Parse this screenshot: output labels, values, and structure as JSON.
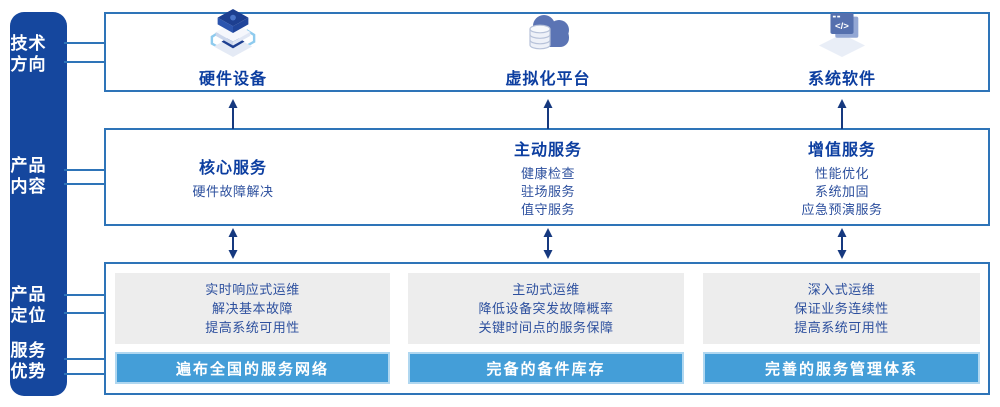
{
  "colors": {
    "sidebar_bg": "#15479e",
    "frame_border": "#2e74b8",
    "heading_text": "#0c3ea0",
    "body_text": "#2d509e",
    "gray_panel_bg": "#ededed",
    "banner_bg": "#449ed8",
    "banner_border": "#b0d7f0",
    "banner_text": "#ffffff",
    "arrow": "#16397f"
  },
  "sidebar": {
    "items": [
      {
        "line1": "技术",
        "line2": "方向"
      },
      {
        "line1": "产品",
        "line2": "内容"
      },
      {
        "line1": "产品",
        "line2": "定位"
      },
      {
        "line1": "服务",
        "line2": "优势"
      }
    ]
  },
  "tech_row": {
    "items": [
      {
        "label": "硬件设备",
        "icon": "server-stack-icon"
      },
      {
        "label": "虚拟化平台",
        "icon": "cloud-database-icon"
      },
      {
        "label": "系统软件",
        "icon": "code-window-icon"
      }
    ]
  },
  "content_row": {
    "columns": [
      {
        "header": "核心服务",
        "items": [
          "硬件故障解决"
        ]
      },
      {
        "header": "主动服务",
        "items": [
          "健康检查",
          "驻场服务",
          "值守服务"
        ]
      },
      {
        "header": "增值服务",
        "items": [
          "性能优化",
          "系统加固",
          "应急预演服务"
        ]
      }
    ]
  },
  "position_row": {
    "columns": [
      {
        "lines": [
          "实时响应式运维",
          "解决基本故障",
          "提高系统可用性"
        ],
        "banner": "遍布全国的服务网络"
      },
      {
        "lines": [
          "主动式运维",
          "降低设备突发故障概率",
          "关键时间点的服务保障"
        ],
        "banner": "完备的备件库存"
      },
      {
        "lines": [
          "深入式运维",
          "保证业务连续性",
          "提高系统可用性"
        ],
        "banner": "完善的服务管理体系"
      }
    ]
  }
}
